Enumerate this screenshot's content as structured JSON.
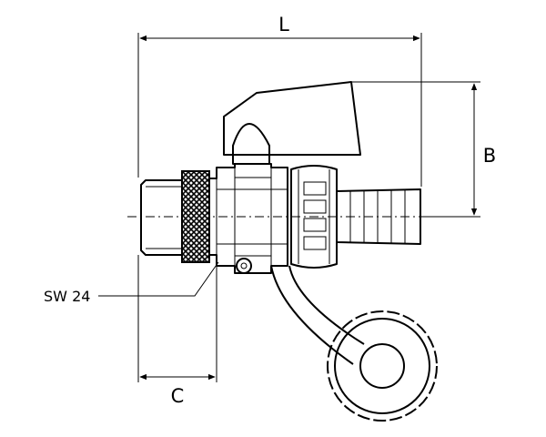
{
  "dimensions": {
    "length_label": "L",
    "height_label": "B",
    "offset_label": "C",
    "wrench_size_label": "SW 24"
  },
  "colors": {
    "line": "#000000",
    "background": "#ffffff"
  }
}
